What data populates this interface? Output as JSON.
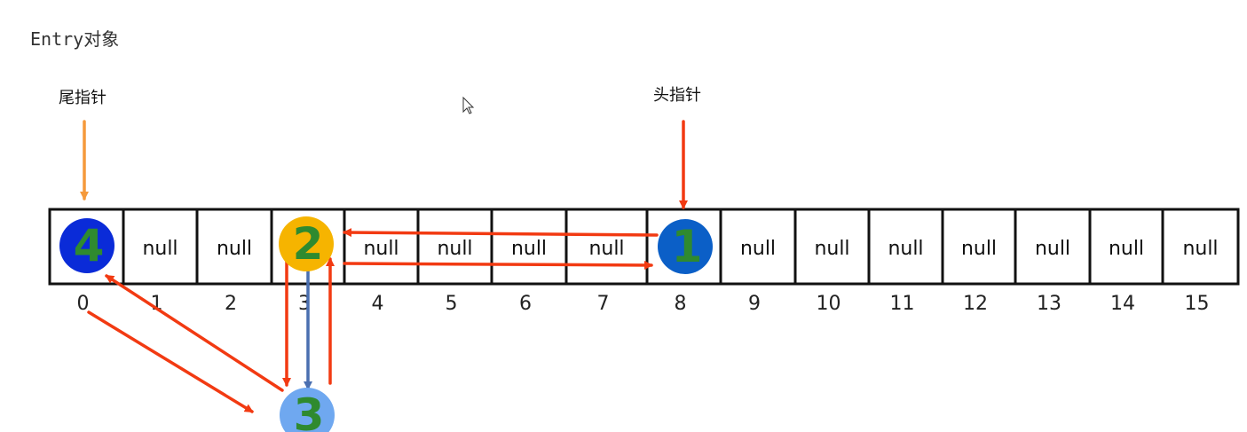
{
  "title": "Entry对象",
  "tail_pointer_label": "尾指针",
  "head_pointer_label": "头指针",
  "indices": [
    "0",
    "1",
    "2",
    "3",
    "4",
    "5",
    "6",
    "7",
    "8",
    "9",
    "10",
    "11",
    "12",
    "13",
    "14",
    "15"
  ],
  "cells": [
    "",
    "null",
    "null",
    "",
    "null",
    "null",
    "null",
    "null",
    "",
    "null",
    "null",
    "null",
    "null",
    "null",
    "null",
    "null"
  ],
  "nodes": [
    {
      "id": "node-4",
      "digit": "4",
      "color": "#0a2bd8"
    },
    {
      "id": "node-2",
      "digit": "2",
      "color": "#f6b400"
    },
    {
      "id": "node-1",
      "digit": "1",
      "color": "#0b5fc7"
    },
    {
      "id": "node-3",
      "digit": "3",
      "color": "#6fa8f0"
    }
  ],
  "colors": {
    "arrow_red": "#f23a12",
    "arrow_orange": "#f59a3c",
    "arrow_blue": "#4a6fb0",
    "digit_green": "#2f8a2f"
  }
}
